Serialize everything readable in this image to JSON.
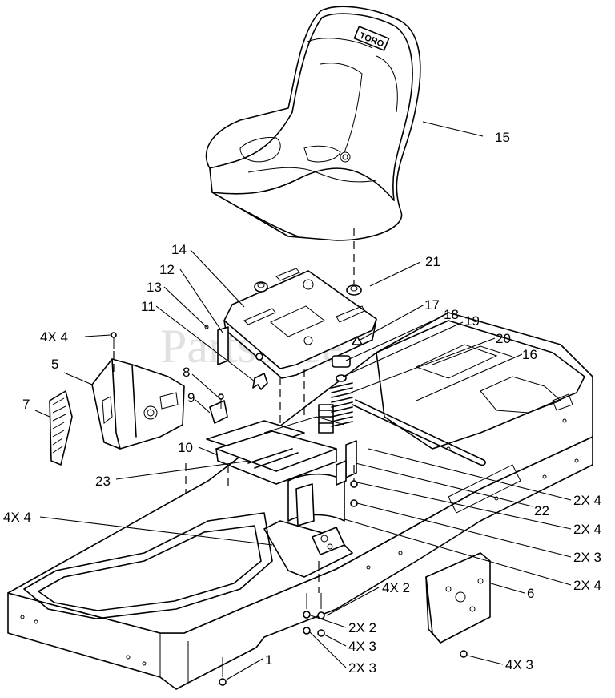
{
  "watermark": "PartsTree",
  "seat_brand": "TORO",
  "callouts": [
    "15",
    "14",
    "21",
    "12",
    "13",
    "17",
    "18",
    "19",
    "11",
    "4X 4",
    "20",
    "16",
    "5",
    "8",
    "9",
    "7",
    "10",
    "23",
    "2X 4",
    "22",
    "2X 4",
    "2X 3",
    "4X 4",
    "2X 4",
    "4X 2",
    "6",
    "2X 2",
    "4X 3",
    "1",
    "2X 3",
    "4X 3"
  ]
}
